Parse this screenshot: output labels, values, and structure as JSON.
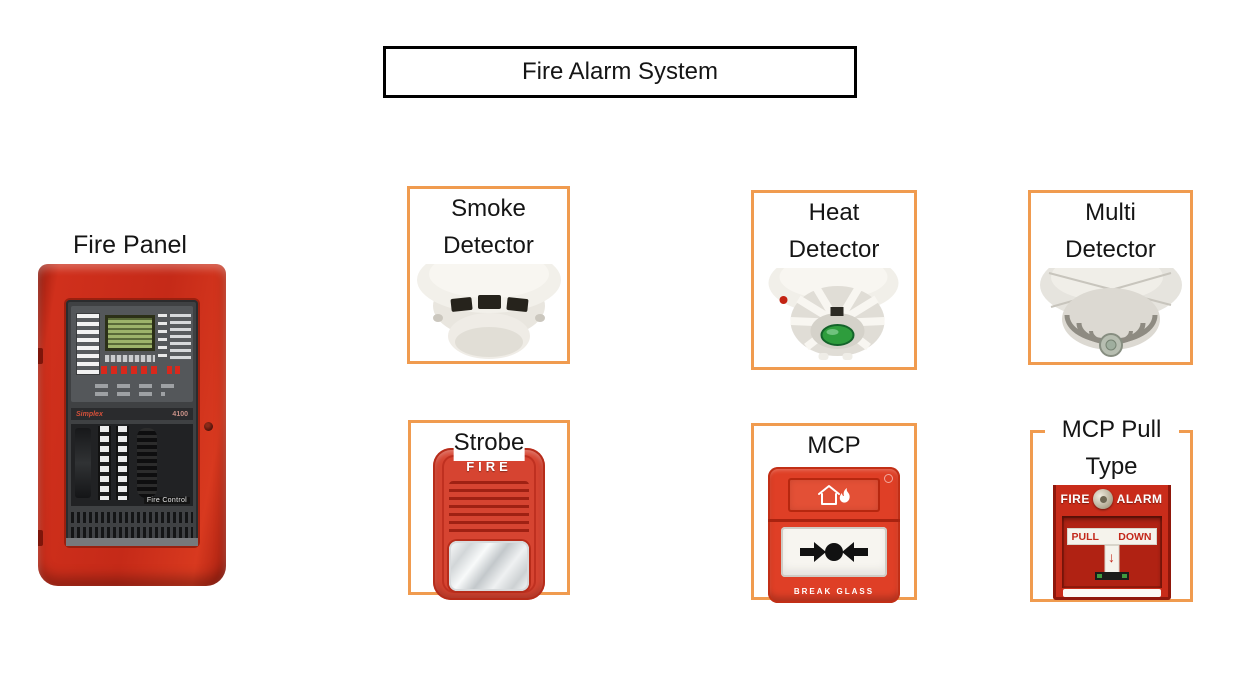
{
  "title": "Fire Alarm System",
  "colors": {
    "box_border": "#F09B4F",
    "panel_red": "#C52A18",
    "strobe_red": "#D64431",
    "mcp_red": "#DF3F26",
    "pull_red": "#C92C1A",
    "text": "#151515"
  },
  "fire_panel": {
    "label": "Fire Panel",
    "brand": "Simplex",
    "model": "4100",
    "inner_label": "Fire Control"
  },
  "devices": [
    {
      "id": "smoke-detector",
      "label": "Smoke Detector"
    },
    {
      "id": "heat-detector",
      "label": "Heat Detector"
    },
    {
      "id": "multi-detector",
      "label": "Multi Detector"
    },
    {
      "id": "strobe",
      "label": "Strobe",
      "device_text": "FIRE"
    },
    {
      "id": "mcp",
      "label": "MCP",
      "device_text": "BREAK GLASS"
    },
    {
      "id": "mcp-pull-type",
      "label": "MCP Pull Type",
      "text_fire": "FIRE",
      "text_alarm": "ALARM",
      "text_pull": "PULL",
      "text_down": "DOWN"
    }
  ]
}
